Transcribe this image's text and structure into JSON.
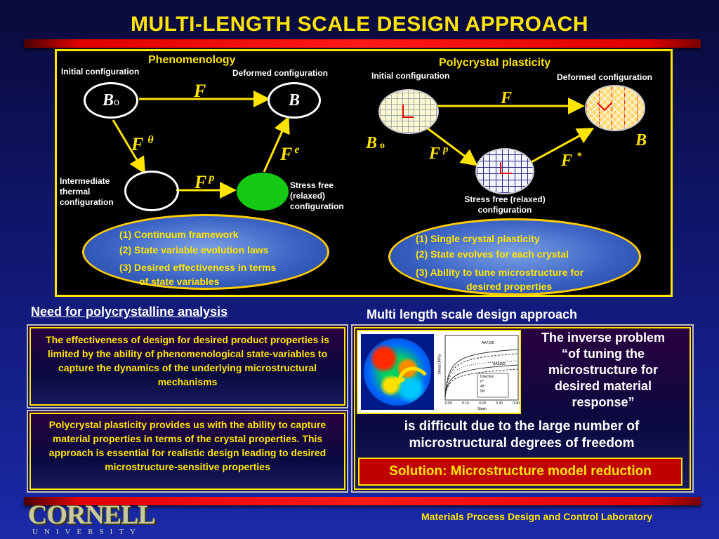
{
  "title": "MULTI-LENGTH SCALE DESIGN APPROACH",
  "phenomenology": {
    "heading": "Phenomenology",
    "initial_config": "Initial configuration",
    "deformed_config": "Deformed configuration",
    "intermediate_config_lines": [
      "Intermediate",
      "thermal",
      "configuration"
    ],
    "stress_free_lines": [
      "Stress free",
      "(relaxed)",
      "configuration"
    ],
    "node_bo": "B",
    "node_bo_sub": "o",
    "node_b": "B",
    "f": "F",
    "f_theta": "F",
    "f_theta_sup": "θ",
    "f_e": "F",
    "f_e_sup": "e",
    "f_p": "F",
    "f_p_sup": "p",
    "ellipse_lines": [
      "(1) Continuum framework",
      "(2) State variable evolution laws",
      "(3) Desired effectiveness in terms",
      "of state variables"
    ]
  },
  "polycrystal": {
    "heading": "Polycrystal plasticity",
    "initial_config": "Initial configuration",
    "deformed_config": "Deformed configuration",
    "stress_free_lines": [
      "Stress free (relaxed)",
      "configuration"
    ],
    "node_bo": "B",
    "node_bo_sub": "o",
    "node_b": "B",
    "f": "F",
    "f_p": "F",
    "f_p_sup": "p",
    "f_star": "F",
    "f_star_sup": "*",
    "ellipse_lines": [
      "(1) Single crystal plasticity",
      "(2) State evolves for each crystal",
      "(3) Ability to tune microstructure for",
      "desired properties"
    ]
  },
  "left_section": {
    "heading": "Need for polycrystalline analysis",
    "panel1": "The effectiveness of design for desired product properties is limited by the ability of phenomenological state-variables to capture the dynamics of the underlying microstructural mechanisms",
    "panel2": "Polycrystal plasticity provides us with the ability to capture material properties in terms of the crystal properties. This approach is essential for realistic design leading to desired microstructure-sensitive properties"
  },
  "right_section": {
    "heading": "Multi length scale design approach",
    "inverse_text": "The inverse problem “of tuning the microstructure for desired material response”",
    "difficult_text": "is difficult due to the large number of microstructural degrees of freedom",
    "solution": "Solution: Microstructure model reduction",
    "plot": {
      "ylabel": "Stress (MPa)",
      "xlabel": "Strain",
      "x_ticks": [
        "0.00",
        "0.10",
        "0.20",
        "0.30",
        "0.40"
      ],
      "label_top": "AA7108",
      "label_mid": "AA6082",
      "legend_title": "Direction",
      "legend_items": [
        "0°",
        "45°",
        "90°"
      ]
    }
  },
  "footer": {
    "lab": "Materials Process Design and Control Laboratory",
    "logo_word": "CORNELL",
    "logo_sub": "UNIVERSITY"
  },
  "colors": {
    "accent_yellow": "#ffe400",
    "red_bar": "#e00000",
    "green_node": "#14c814"
  }
}
